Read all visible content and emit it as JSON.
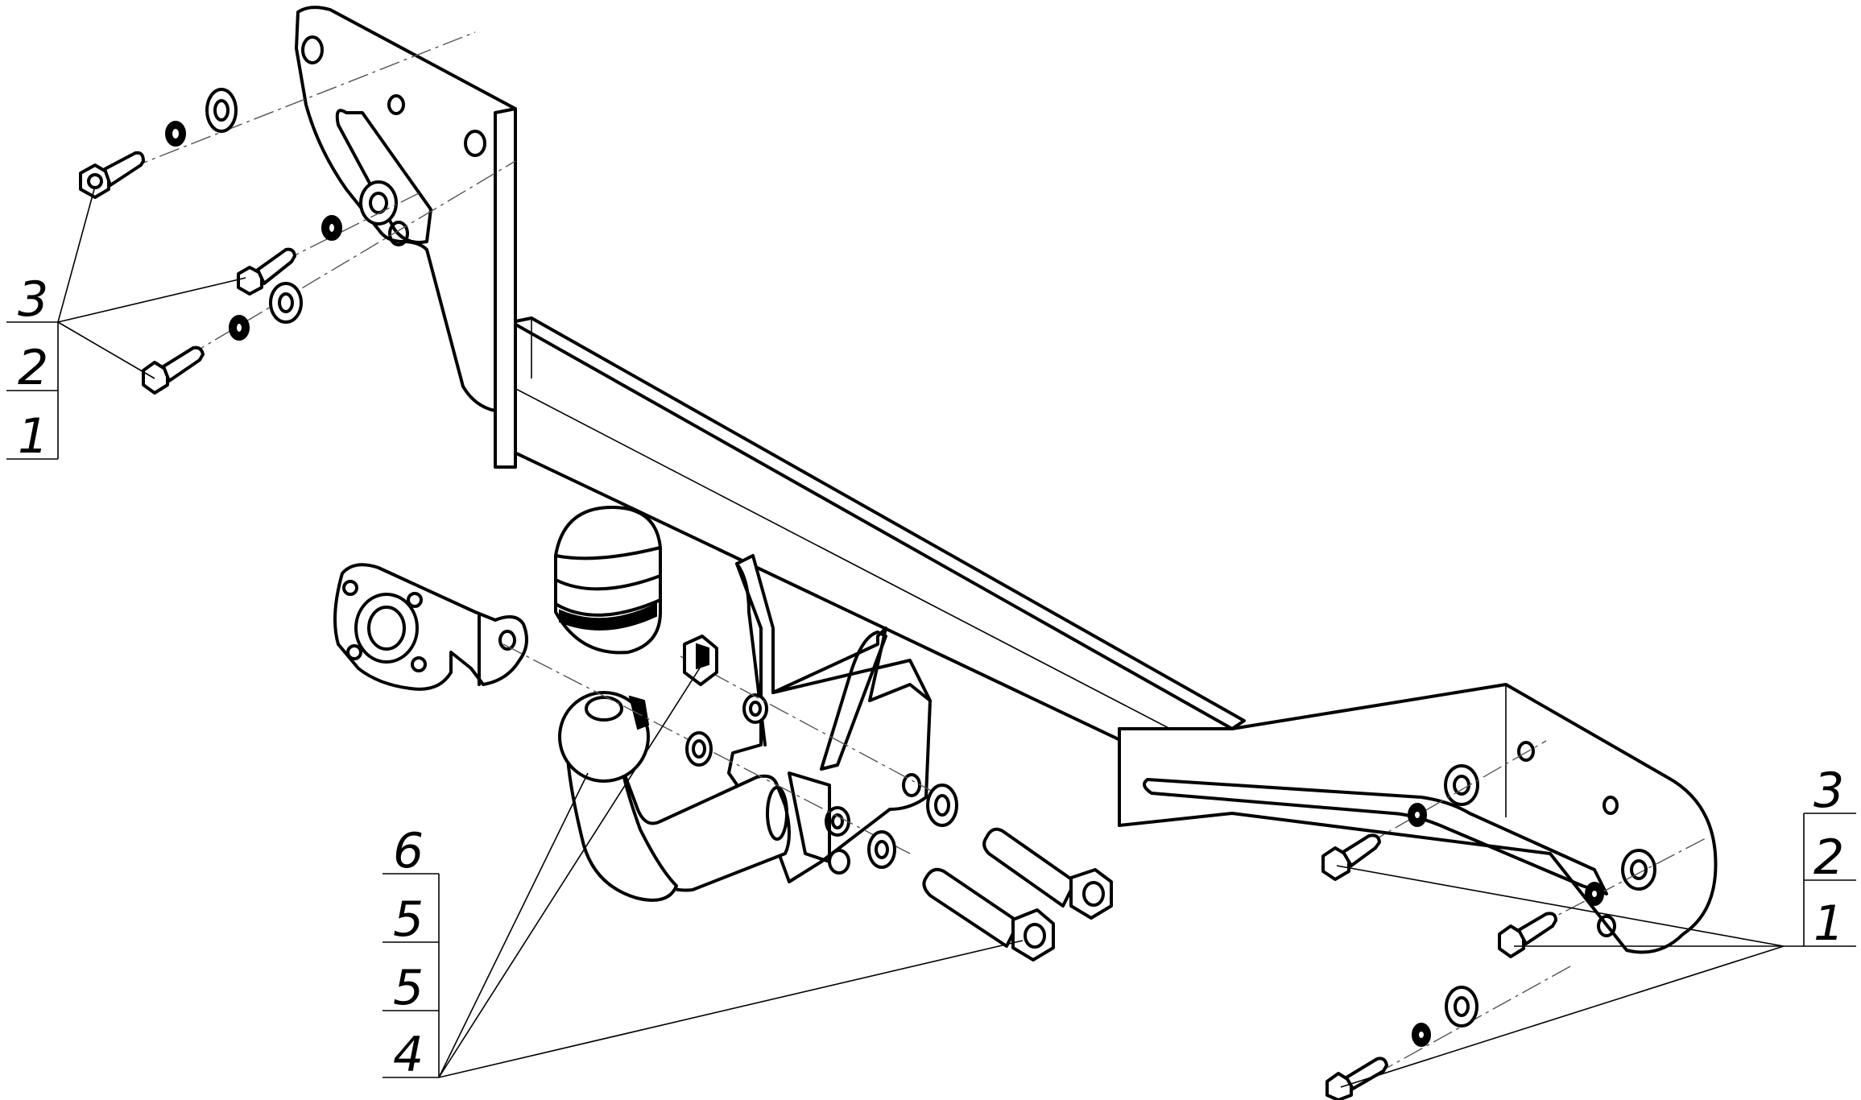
{
  "callouts": {
    "left_stack": [
      "3",
      "2",
      "1"
    ],
    "right_stack": [
      "3",
      "2",
      "1"
    ],
    "bottom_stack": [
      "6",
      "5",
      "5",
      "4"
    ]
  },
  "colors": {
    "line": "#000000",
    "background": "#ffffff"
  }
}
